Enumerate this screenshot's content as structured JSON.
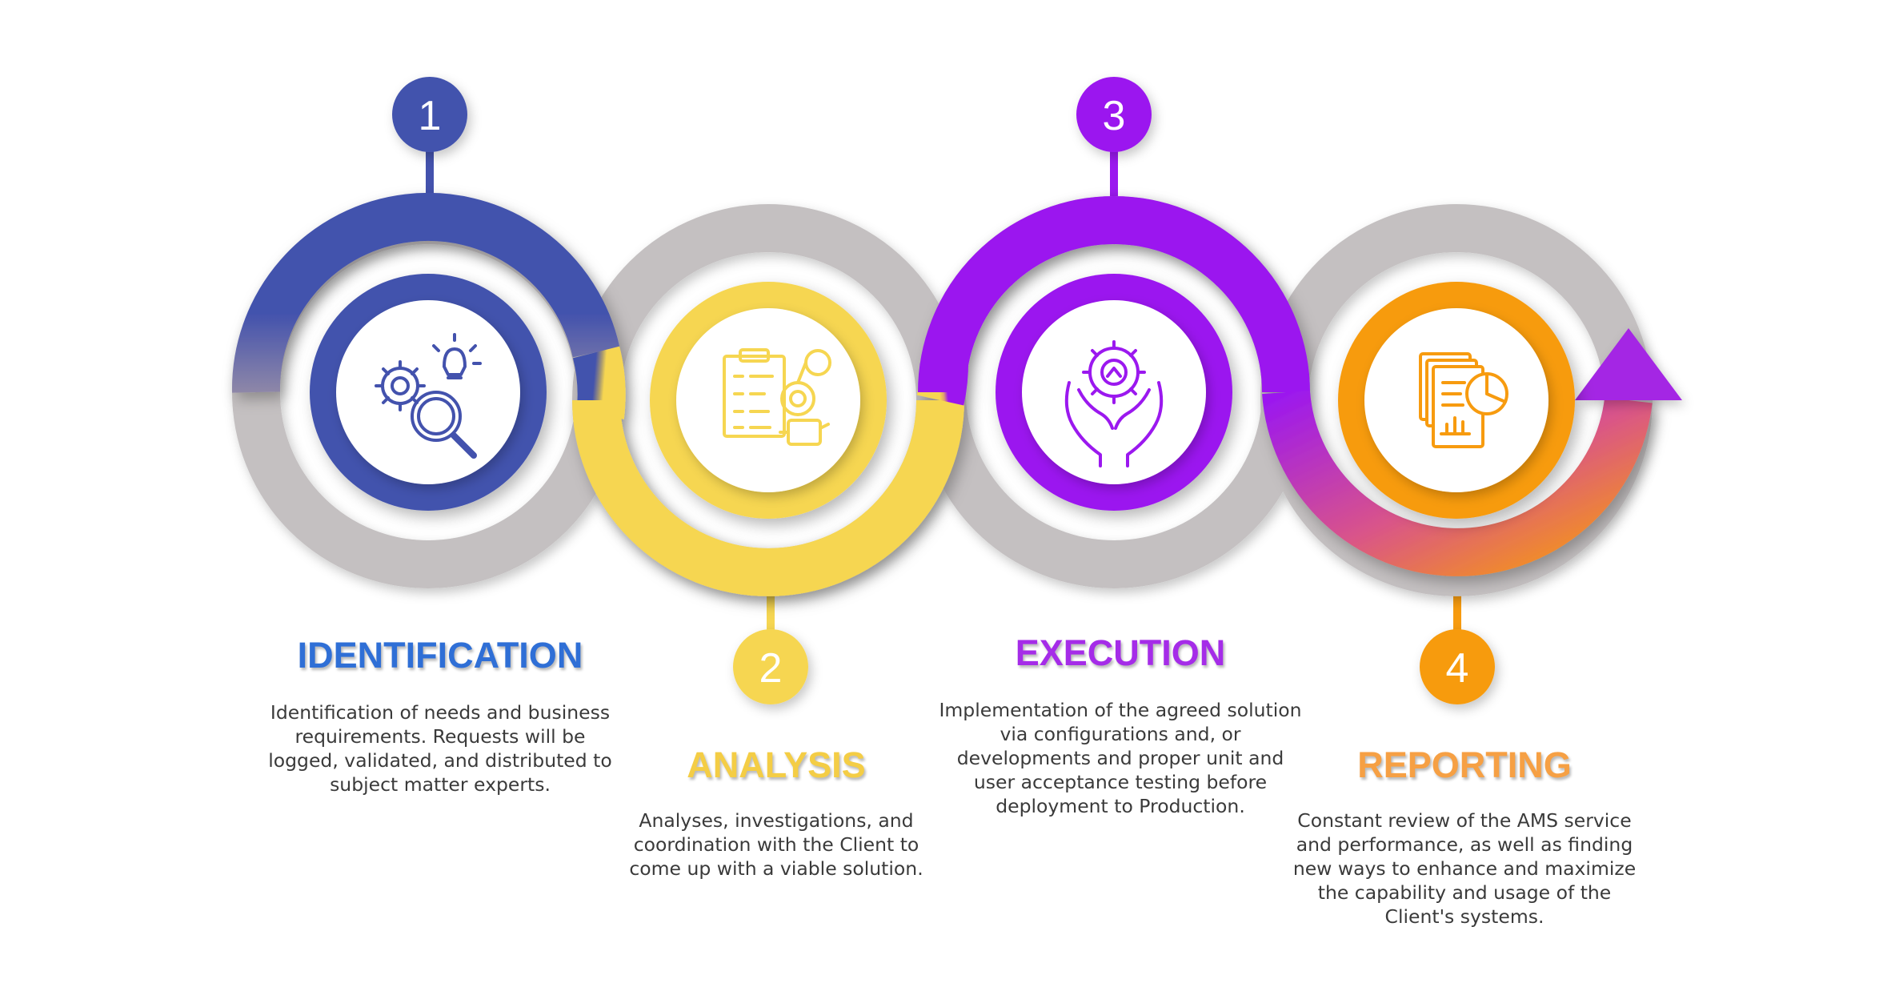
{
  "steps": [
    {
      "number": "1",
      "title": "IDENTIFICATION",
      "description": "Identification of needs and business requirements. Requests will be logged, validated, and distributed to subject matter experts.",
      "icon": "gear-magnifier-lightbulb-icon",
      "color": "#4352ad"
    },
    {
      "number": "2",
      "title": "ANALYSIS",
      "description": "Analyses, investigations, and coordination with the Client to come up with a viable solution.",
      "icon": "clipboard-analysis-icon",
      "color": "#f6d651"
    },
    {
      "number": "3",
      "title": "EXECUTION",
      "description": "Implementation of the agreed solution via configurations and, or developments and proper unit and user acceptance testing before deployment to Production.",
      "icon": "hands-gear-icon",
      "color": "#9b18ef"
    },
    {
      "number": "4",
      "title": "REPORTING",
      "description": "Constant review of the AMS service and performance, as well as finding new ways to enhance and maximize the capability and usage of the Client's systems.",
      "icon": "report-chart-icon",
      "color": "#f79b0f"
    }
  ],
  "colors": {
    "track_gray": "#c4c0c1",
    "blue": "#4352ad",
    "yellow": "#f6d651",
    "purple": "#9b18ef",
    "orange": "#f79b0f"
  }
}
